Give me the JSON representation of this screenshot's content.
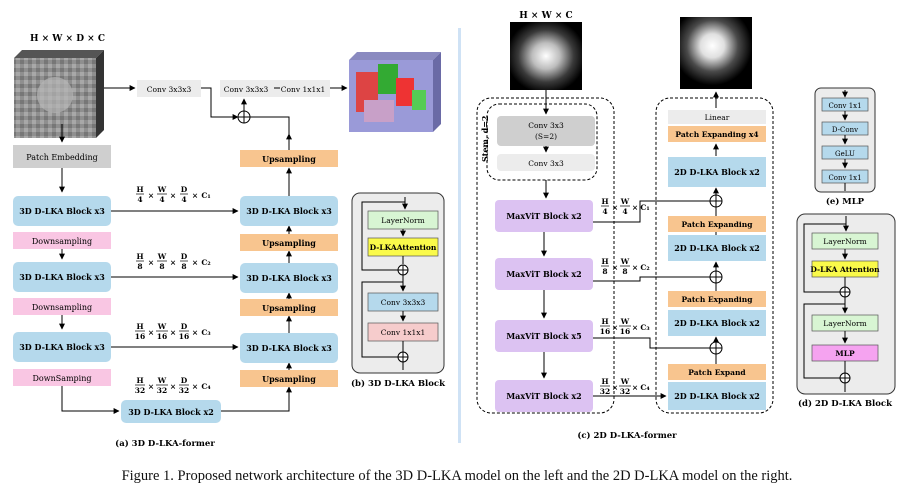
{
  "figure_caption": "Figure 1. Proposed network architecture of the 3D D-LKA model on the left and the 2D D-LKA model on the right.",
  "panel_a": {
    "input_label": "H × W × D × C",
    "patch_embedding": "Patch Embedding",
    "conv_top": "Conv 3x3x3",
    "conv_out_a": "Conv 3x3x3",
    "conv_out_b": "Conv 1x1x1",
    "enc": [
      "3D D-LKA Block x3",
      "3D D-LKA Block x3",
      "3D D-LKA Block x3"
    ],
    "down": [
      "Downsampling",
      "Downsampling",
      "DownSamping"
    ],
    "bottleneck": "3D D-LKA Block x2",
    "dec": [
      "3D D-LKA Block x3",
      "3D D-LKA Block x3",
      "3D D-LKA Block x3"
    ],
    "up": [
      "Upsampling",
      "Upsampling",
      "Upsampling",
      "Upsampling"
    ],
    "shapes": [
      {
        "n1": "H",
        "d1": "4",
        "n2": "W",
        "d2": "4",
        "n3": "D",
        "d3": "4",
        "c": "C₁"
      },
      {
        "n1": "H",
        "d1": "8",
        "n2": "W",
        "d2": "8",
        "n3": "D",
        "d3": "8",
        "c": "C₂"
      },
      {
        "n1": "H",
        "d1": "16",
        "n2": "W",
        "d2": "16",
        "n3": "D",
        "d3": "16",
        "c": "C₃"
      },
      {
        "n1": "H",
        "d1": "32",
        "n2": "W",
        "d2": "32",
        "n3": "D",
        "d3": "32",
        "c": "C₄"
      }
    ],
    "times": "×",
    "caption": "(a) 3D D-LKA-former"
  },
  "panel_b": {
    "layernorm": "LayerNorm",
    "dlka": "D-LKAAttention",
    "conv3": "Conv 3x3x3",
    "conv1": "Conv 1x1x1",
    "caption": "(b) 3D D-LKA Block"
  },
  "panel_c": {
    "input_label": "H × W × C",
    "stem_label": "Stem, d=2",
    "stem_conv_a": "Conv 3x3",
    "stem_conv_a2": "(S=2)",
    "stem_conv_b": "Conv 3x3",
    "enc": [
      "MaxViT Block x2",
      "MaxViT Block x2",
      "MaxViT Block x5",
      "MaxViT Block x2"
    ],
    "linear": "Linear",
    "patch_expanding_x4": "Patch Expanding x4",
    "dec": [
      "2D D-LKA Block x2",
      "2D D-LKA Block x2",
      "2D D-LKA Block x2",
      "2D D-LKA Block x2"
    ],
    "patch_expanding": [
      "Patch Expanding",
      "Patch Expanding",
      "Patch Expand"
    ],
    "shapes": [
      {
        "n1": "H",
        "d1": "4",
        "n2": "W",
        "d2": "4",
        "c": "C₁"
      },
      {
        "n1": "H",
        "d1": "8",
        "n2": "W",
        "d2": "8",
        "c": "C₂"
      },
      {
        "n1": "H",
        "d1": "16",
        "n2": "W",
        "d2": "16",
        "c": "C₃"
      },
      {
        "n1": "H",
        "d1": "32",
        "n2": "W",
        "d2": "32",
        "c": "C₄"
      }
    ],
    "times": "×",
    "caption": "(c) 2D D-LKA-former"
  },
  "panel_d": {
    "layernorm_a": "LayerNorm",
    "dlka": "D-LKA Attention",
    "layernorm_b": "LayerNorm",
    "mlp": "MLP",
    "caption": "(d) 2D D-LKA Block"
  },
  "panel_e": {
    "items": [
      "Conv 1x1",
      "D-Conv",
      "GeLU",
      "Conv 1x1"
    ],
    "caption": "(e) MLP"
  },
  "colors": {
    "blue_block": "#b5d9ec",
    "pink_block": "#f9c6e3",
    "orange_block": "#f8c58f",
    "gray_block": "#cfcfcf",
    "purple_block": "#dcc2f2",
    "green_block": "#d8f5d3",
    "yellow_block": "#fafa4a",
    "salmon_block": "#f6cccc",
    "magenta_block": "#f5a3f0",
    "panel_gray": "#ececec",
    "divider_blue": "#cfe2f5"
  }
}
